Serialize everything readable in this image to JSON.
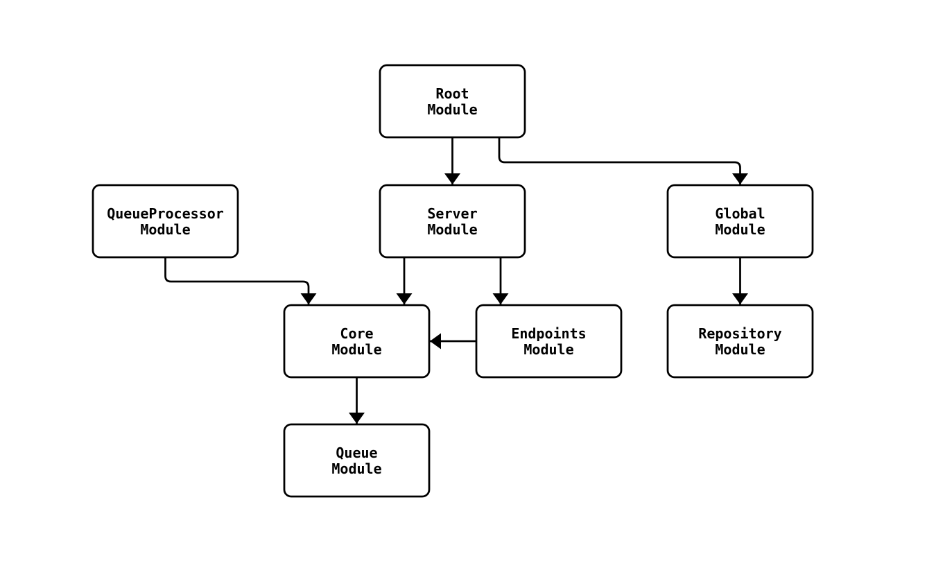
{
  "diagram": {
    "type": "module-dependency-flowchart",
    "background_color": "#ffffff",
    "node_fill_color": "#ffffff",
    "node_border_color": "#000000",
    "edge_color": "#000000",
    "text_color": "#000000",
    "nodes": [
      {
        "id": "root",
        "line1": "Root",
        "line2": "Module"
      },
      {
        "id": "queueprocessor",
        "line1": "QueueProcessor",
        "line2": "Module"
      },
      {
        "id": "server",
        "line1": "Server",
        "line2": "Module"
      },
      {
        "id": "global",
        "line1": "Global",
        "line2": "Module"
      },
      {
        "id": "core",
        "line1": "Core",
        "line2": "Module"
      },
      {
        "id": "endpoints",
        "line1": "Endpoints",
        "line2": "Module"
      },
      {
        "id": "repository",
        "line1": "Repository",
        "line2": "Module"
      },
      {
        "id": "queue",
        "line1": "Queue",
        "line2": "Module"
      }
    ],
    "edges": [
      {
        "from": "root",
        "to": "server"
      },
      {
        "from": "root",
        "to": "global"
      },
      {
        "from": "queueprocessor",
        "to": "core"
      },
      {
        "from": "server",
        "to": "core"
      },
      {
        "from": "server",
        "to": "endpoints"
      },
      {
        "from": "endpoints",
        "to": "core"
      },
      {
        "from": "global",
        "to": "repository"
      },
      {
        "from": "core",
        "to": "queue"
      }
    ]
  }
}
